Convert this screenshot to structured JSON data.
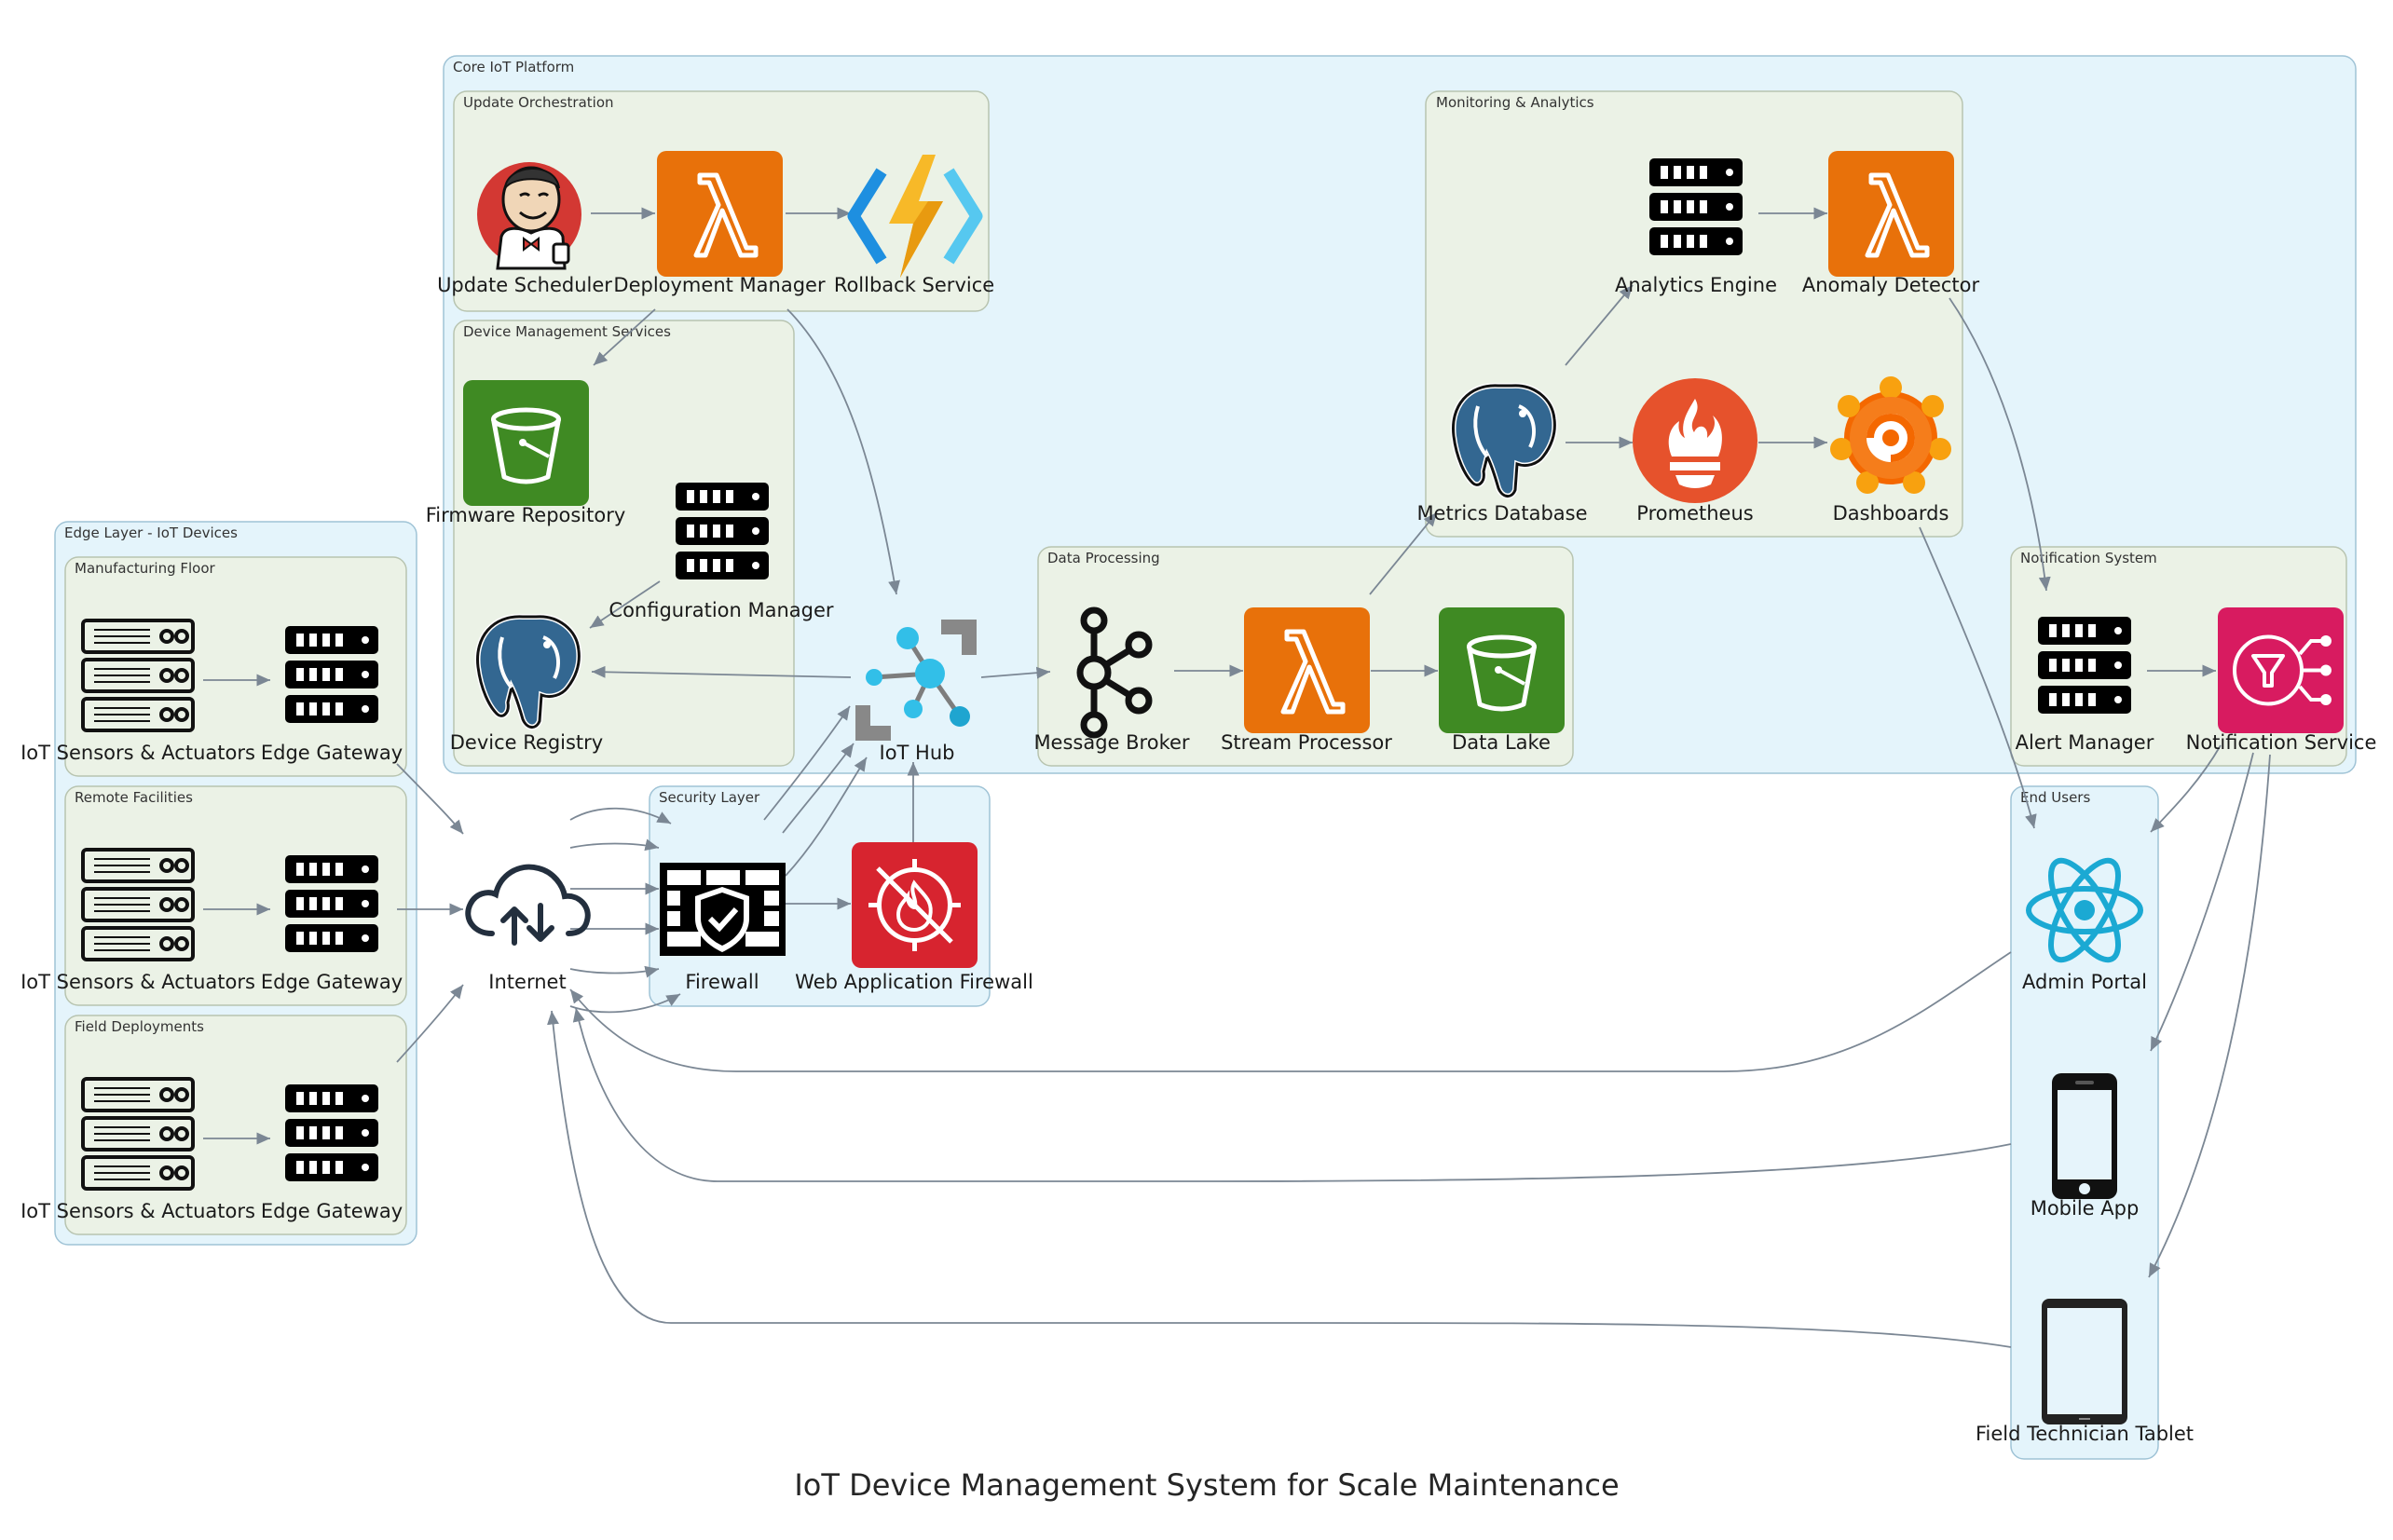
{
  "title": "IoT Device Management System for Scale Maintenance",
  "clusters": {
    "core": "Core IoT Platform",
    "update": "Update Orchestration",
    "devmgmt": "Device Management Services",
    "monitoring": "Monitoring & Analytics",
    "dataproc": "Data Processing",
    "notify": "Notification System",
    "edge": "Edge Layer - IoT Devices",
    "floor": "Manufacturing Floor",
    "remote": "Remote Facilities",
    "field": "Field Deployments",
    "security": "Security Layer",
    "endusers": "End Users"
  },
  "nodes": {
    "scheduler": "Update Scheduler",
    "deploy": "Deployment Manager",
    "rollback": "Rollback Service",
    "firmware": "Firmware Repository",
    "config": "Configuration Manager",
    "registry": "Device Registry",
    "iothub": "IoT Hub",
    "broker": "Message Broker",
    "stream": "Stream Processor",
    "datalake": "Data Lake",
    "metricsdb": "Metrics Database",
    "prometheus": "Prometheus",
    "dashboards": "Dashboards",
    "analytics": "Analytics Engine",
    "anomaly": "Anomaly Detector",
    "alertmgr": "Alert Manager",
    "notifsvc": "Notification Service",
    "sensors1": "IoT Sensors & Actuators",
    "gateway1": "Edge Gateway",
    "sensors2": "IoT Sensors & Actuators",
    "gateway2": "Edge Gateway",
    "sensors3": "IoT Sensors & Actuators",
    "gateway3": "Edge Gateway",
    "internet": "Internet",
    "firewall": "Firewall",
    "waf": "Web Application Firewall",
    "admin": "Admin Portal",
    "mobile": "Mobile App",
    "tablet": "Field Technician Tablet"
  },
  "icons": {
    "scheduler": "jenkins-icon",
    "deploy": "lambda-icon",
    "rollback": "azure-functions-icon",
    "firmware": "s3-bucket-icon",
    "config": "server-rack-icon",
    "registry": "postgresql-icon",
    "iothub": "iot-hub-icon",
    "broker": "kafka-icon",
    "stream": "lambda-icon",
    "datalake": "s3-bucket-icon",
    "metricsdb": "postgresql-icon",
    "prometheus": "prometheus-icon",
    "dashboards": "grafana-icon",
    "analytics": "server-rack-icon",
    "anomaly": "lambda-icon",
    "alertmgr": "server-rack-icon",
    "notifsvc": "sns-icon",
    "sensors": "rack-server-icon",
    "gateway": "server-rack-icon",
    "internet": "cloud-icon",
    "firewall": "firewall-icon",
    "waf": "waf-icon",
    "admin": "react-icon",
    "mobile": "mobile-phone-icon",
    "tablet": "tablet-icon"
  },
  "colors": {
    "outer_cluster_fill": "#e4f4fb",
    "outer_cluster_stroke": "#9fc3d6",
    "inner_cluster_fill": "#ebf2e6",
    "inner_cluster_stroke": "#b8c4b0",
    "edge": "#7b8794",
    "lambda_orange": "#e8710a",
    "s3_green": "#3f8a23",
    "postgres_blue": "#336791",
    "prometheus_red": "#e6522c",
    "waf_red": "#d7242f",
    "sns_pink": "#d81b60",
    "react_cyan": "#1ba9d3",
    "azure_yellow": "#f7b928",
    "iothub_cyan": "#32bfe8"
  }
}
